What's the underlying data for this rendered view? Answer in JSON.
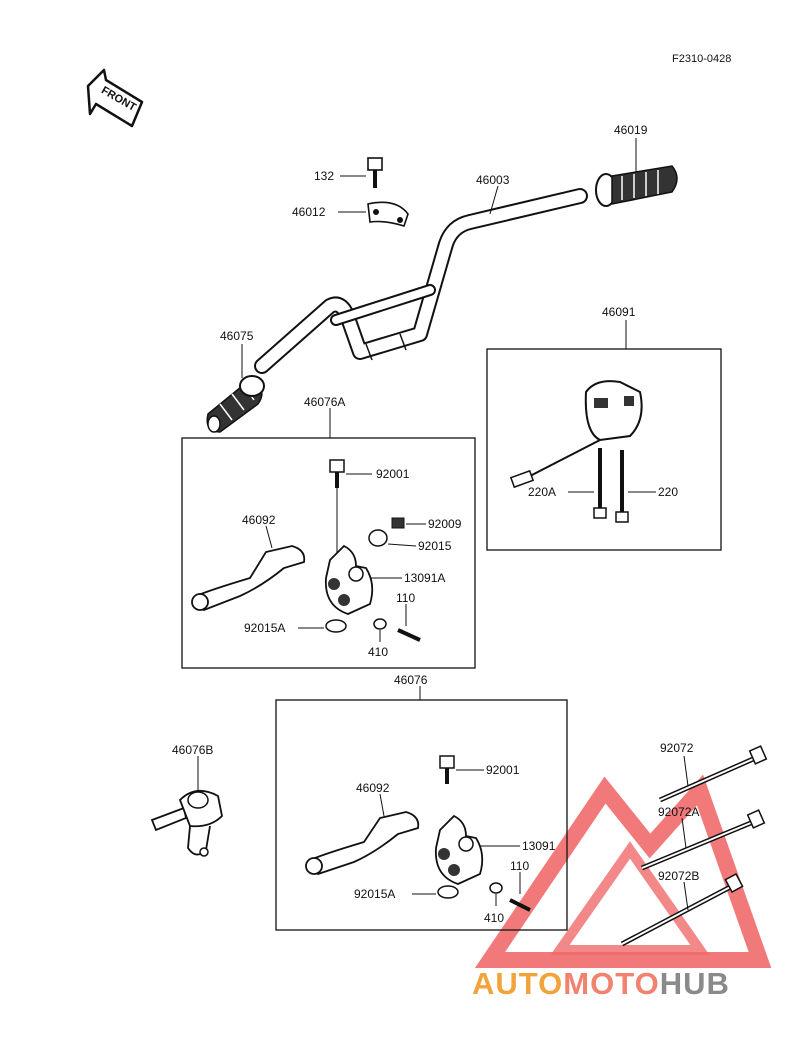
{
  "diagram_code": "F2310-0428",
  "front_arrow_label": "FRONT",
  "brand": {
    "part1": "AUTO",
    "part2": "MOTO",
    "part3": "HUB",
    "color_auto": "#f2a33a",
    "color_moto": "#f0826f",
    "color_hub": "#8a8a8a",
    "triangle_color": "#f06a6a"
  },
  "parts": {
    "p132": "132",
    "p46012": "46012",
    "p46003": "46003",
    "p46019": "46019",
    "p46075": "46075",
    "p46091": "46091",
    "p220A": "220A",
    "p220": "220",
    "p46076A": "46076A",
    "p92001_top": "92001",
    "p46092_top": "46092",
    "p92009": "92009",
    "p92015": "92015",
    "p13091A": "13091A",
    "p110_top": "110",
    "p92015A_top": "92015A",
    "p410_top": "410",
    "p46076": "46076",
    "p46076B": "46076B",
    "p92001_bot": "92001",
    "p46092_bot": "46092",
    "p13091": "13091",
    "p110_bot": "110",
    "p92015A_bot": "92015A",
    "p410_bot": "410",
    "p92072": "92072",
    "p92072A": "92072A",
    "p92072B": "92072B"
  }
}
